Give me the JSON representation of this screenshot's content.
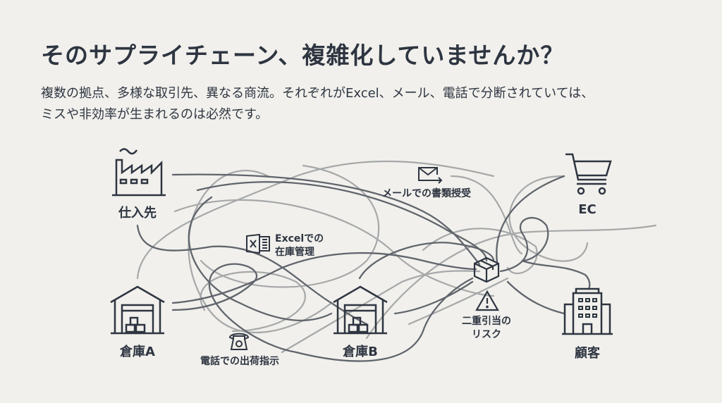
{
  "title": "そのサプライチェーン、複雑化していませんか？",
  "subtitle": [
    "複数の拠点、多様な取引先、異なる商流。それぞれがExcel、メール、電話で分断されていては、",
    "ミスや非効率が生まれるのは必然です。"
  ],
  "nodes": {
    "supplier": "仕入先",
    "ec": "EC",
    "warehouse_a": "倉庫A",
    "warehouse_b": "倉庫B",
    "customer": "顧客"
  },
  "notes": {
    "email": "メールでの書類授受",
    "excel_line1": "Excelでの",
    "excel_line2": "在庫管理",
    "phone": "電話での出荷指示",
    "risk_line1": "二重引当の",
    "risk_line2": "リスク"
  },
  "colors": {
    "background": "#f1f0ec",
    "ink": "#2e3541",
    "line_dark": "#5a5f66",
    "line_light": "#a3a5a6"
  }
}
